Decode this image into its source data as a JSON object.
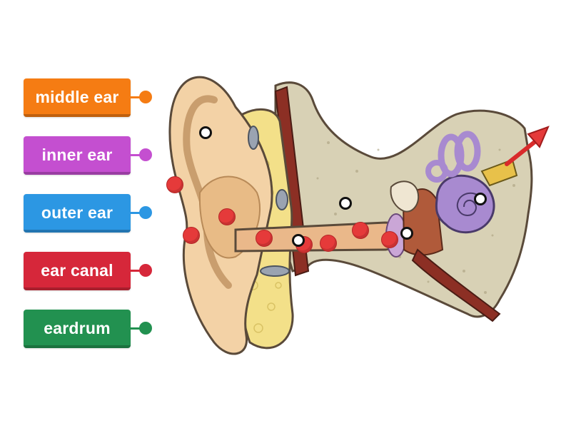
{
  "labels": [
    {
      "text": "middle ear",
      "color": "#f57c13"
    },
    {
      "text": "inner ear",
      "color": "#c44fd0"
    },
    {
      "text": "outer ear",
      "color": "#2c97e3"
    },
    {
      "text": "ear canal",
      "color": "#d6273a"
    },
    {
      "text": "eardrum",
      "color": "#229150"
    }
  ],
  "diagram": {
    "subject": "human ear cross-section",
    "icons": [
      "red-dot-icon",
      "drop-target-pin",
      "direction-arrow-icon"
    ]
  }
}
